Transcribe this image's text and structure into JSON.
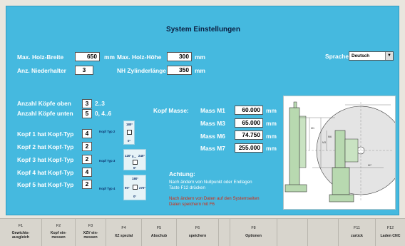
{
  "title": "System Einstellungen",
  "fields": {
    "max_holz_breite": {
      "label": "Max. Holz-Breite",
      "value": "650",
      "unit": "mm"
    },
    "max_holz_hoehe": {
      "label": "Max. Holz-Höhe",
      "value": "300",
      "unit": "mm"
    },
    "anz_niederhalter": {
      "label": "Anz. Niederhalter",
      "value": "3"
    },
    "nh_zylinderlaenge": {
      "label": "NH Zylinderlänge",
      "value": "350",
      "unit": "mm"
    },
    "anzahl_koepfe_oben": {
      "label": "Anzahl Köpfe oben",
      "value": "3",
      "range": "2..3"
    },
    "anzahl_koepfe_unten": {
      "label": "Anzahl Köpfe unten",
      "value": "5",
      "range": "0, 4..6"
    }
  },
  "sprache": {
    "label": "Sprache",
    "value": "Deutsch"
  },
  "kopf_typen": [
    {
      "label": "Kopf 1 hat Kopf-Typ",
      "value": "4"
    },
    {
      "label": "Kopf 2 hat Kopf-Typ",
      "value": "2"
    },
    {
      "label": "Kopf 3 hat Kopf-Typ",
      "value": "2"
    },
    {
      "label": "Kopf 4 hat Kopf-Typ",
      "value": "4"
    },
    {
      "label": "Kopf 5 hat Kopf-Typ",
      "value": "2"
    }
  ],
  "kopf_typ_diagrams": [
    {
      "label": "Kopf Typ 2",
      "angles": [
        "180°",
        "0°"
      ]
    },
    {
      "label": "Kopf Typ 3",
      "angles": [
        "120°",
        "0...",
        "240°",
        "0°"
      ]
    },
    {
      "label": "Kopf Typ 4",
      "angles": [
        "180°",
        "90°",
        "270°",
        "0°"
      ]
    }
  ],
  "kopf_masse": {
    "label": "Kopf Masse:",
    "items": [
      {
        "label": "Mass M1",
        "value": "60.000",
        "unit": "mm"
      },
      {
        "label": "Mass M3",
        "value": "65.000",
        "unit": "mm"
      },
      {
        "label": "Mass M6",
        "value": "74.750",
        "unit": "mm"
      },
      {
        "label": "Mass M7",
        "value": "255.000",
        "unit": "mm"
      }
    ]
  },
  "achtung": {
    "title": "Achtung:",
    "line1": "Nach ändern von Nullpunkt oder Endlagen",
    "line2": "Taste F12 drücken",
    "warn1": "Nach ändern von Daten auf den Systemseiten",
    "warn2": "Daten speichern mit F6"
  },
  "drawing_labels": {
    "m1": "M1",
    "m3": "M3",
    "m6": "M6",
    "m7": "M7"
  },
  "colors": {
    "panel": "#45b9df",
    "warn": "#d42a12",
    "machine": "#b8d9b0",
    "disk": "#e4e4e4"
  },
  "function_keys": [
    {
      "key": "F1",
      "label1": "Gewichts-",
      "label2": "ausgleich"
    },
    {
      "key": "F2",
      "label1": "Kopf ein-",
      "label2": "messen"
    },
    {
      "key": "F3",
      "label1": "XZV ein-",
      "label2": "messen"
    },
    {
      "key": "F4",
      "label1": "XZ spezial",
      "label2": ""
    },
    {
      "key": "F5",
      "label1": "Abschub",
      "label2": ""
    },
    {
      "key": "F6",
      "label1": "speichern",
      "label2": ""
    },
    {
      "key": "F8",
      "label1": "Optionen",
      "label2": ""
    },
    {
      "key": "F11",
      "label1": "zurück",
      "label2": ""
    },
    {
      "key": "F12",
      "label1": "Laden CNC",
      "label2": ""
    }
  ]
}
